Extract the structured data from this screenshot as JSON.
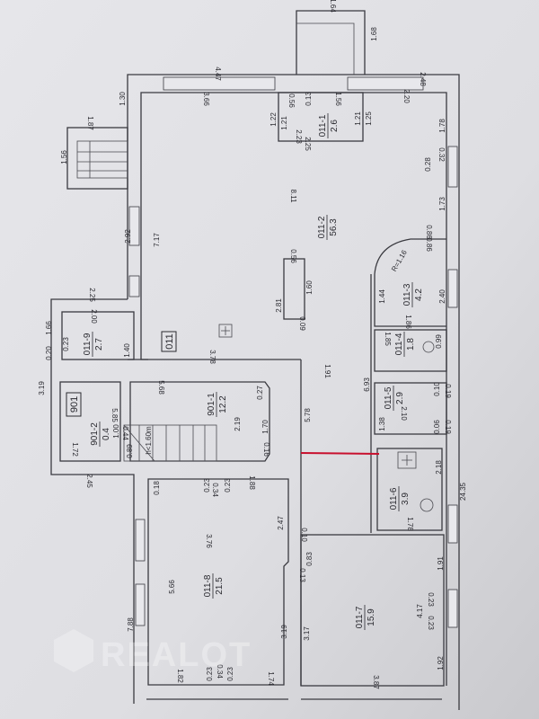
{
  "plan": {
    "section_labels": [
      "011",
      "901"
    ],
    "rooms": [
      {
        "id": "011-1",
        "area": "2.6"
      },
      {
        "id": "011-2",
        "area": "56.3"
      },
      {
        "id": "011-3",
        "area": "4.2"
      },
      {
        "id": "011-4",
        "area": "1.8"
      },
      {
        "id": "011-5",
        "area": "2.9"
      },
      {
        "id": "011-6",
        "area": "3.9"
      },
      {
        "id": "011-7",
        "area": "15.9"
      },
      {
        "id": "011-8",
        "area": "21.5"
      },
      {
        "id": "011-9",
        "area": "2.7"
      },
      {
        "id": "901-1",
        "area": "12.2"
      },
      {
        "id": "901-2",
        "area": "0.4"
      }
    ],
    "dimensions": [
      "1.64",
      "1.68",
      "4.47",
      "3.66",
      "1.30",
      "1.87",
      "1.56",
      "2.92",
      "7.17",
      "2.25",
      "1.66",
      "2.00",
      "0.23",
      "0.20",
      "1.40",
      "0.56",
      "0.13",
      "1.56",
      "1.22",
      "1.21",
      "1.21",
      "1.25",
      "2.23",
      "2.25",
      "2.20",
      "2.48",
      "1.78",
      "0.32",
      "0.28",
      "8.11",
      "1.73",
      "0.86",
      "0.86",
      "R=1.16",
      "1.44",
      "2.40",
      "1.86",
      "0.56",
      "1.60",
      "2.81",
      "0.09",
      "1.85",
      "0.99",
      "3.78",
      "3.19",
      "5.85",
      "1.00",
      "0.44",
      "1.72",
      "0.89",
      "h<1.60m",
      "5.68",
      "0.27",
      "2.19",
      "1.70",
      "0.16",
      "2.45",
      "1.88",
      "0.18",
      "0.23",
      "0.34",
      "0.23",
      "1.91",
      "5.78",
      "6.93",
      "1.38",
      "2.10",
      "0.10",
      "0.19",
      "0.06",
      "0.19",
      "2.18",
      "1.78",
      "24.35",
      "0.10",
      "0.83",
      "0.13",
      "1.91",
      "0.23",
      "4.17",
      "0.23",
      "3.17",
      "1.92",
      "3.87",
      "3.76",
      "5.66",
      "2.47",
      "3.19",
      "7.88",
      "1.82",
      "0.23",
      "0.34",
      "0.23",
      "1.74"
    ],
    "watermark": "REALOT",
    "highlight_color": "#c8102e"
  }
}
